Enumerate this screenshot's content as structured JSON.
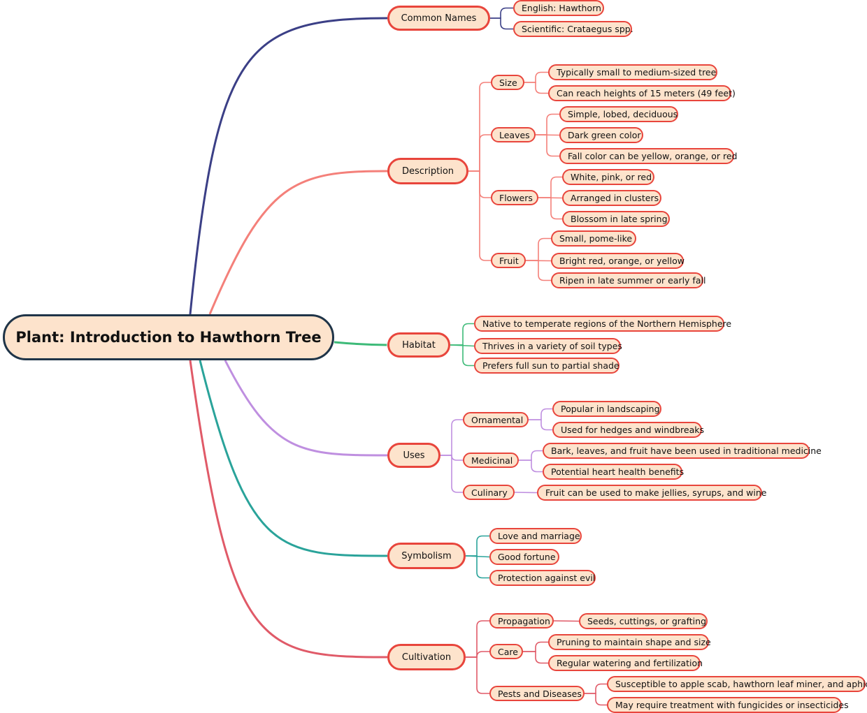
{
  "root": {
    "label": "Plant: Introduction to Hawthorn Tree"
  },
  "branches": [
    {
      "label": "Common Names",
      "color": "#3b3f86",
      "children": [
        {
          "label": "English: Hawthorn"
        },
        {
          "label": "Scientific: Crataegus spp."
        }
      ]
    },
    {
      "label": "Description",
      "color": "#f4807a",
      "children": [
        {
          "label": "Size",
          "children": [
            {
              "label": "Typically small to medium-sized tree"
            },
            {
              "label": "Can reach heights of 15 meters (49 feet)"
            }
          ]
        },
        {
          "label": "Leaves",
          "children": [
            {
              "label": "Simple, lobed, deciduous"
            },
            {
              "label": "Dark green color"
            },
            {
              "label": "Fall color can be yellow, orange, or red"
            }
          ]
        },
        {
          "label": "Flowers",
          "children": [
            {
              "label": "White, pink, or red"
            },
            {
              "label": "Arranged in clusters"
            },
            {
              "label": "Blossom in late spring"
            }
          ]
        },
        {
          "label": "Fruit",
          "children": [
            {
              "label": "Small, pome-like"
            },
            {
              "label": "Bright red, orange, or yellow"
            },
            {
              "label": "Ripen in late summer or early fall"
            }
          ]
        }
      ]
    },
    {
      "label": "Habitat",
      "color": "#3dba78",
      "children": [
        {
          "label": "Native to temperate regions of the Northern Hemisphere"
        },
        {
          "label": "Thrives in a variety of soil types"
        },
        {
          "label": "Prefers full sun to partial shade"
        }
      ]
    },
    {
      "label": "Uses",
      "color": "#bf8fe0",
      "children": [
        {
          "label": "Ornamental",
          "children": [
            {
              "label": "Popular in landscaping"
            },
            {
              "label": "Used for hedges and windbreaks"
            }
          ]
        },
        {
          "label": "Medicinal",
          "children": [
            {
              "label": "Bark, leaves, and fruit have been used in traditional medicine"
            },
            {
              "label": "Potential heart health benefits"
            }
          ]
        },
        {
          "label": "Culinary",
          "children": [
            {
              "label": "Fruit can be used to make jellies, syrups, and wine"
            }
          ]
        }
      ]
    },
    {
      "label": "Symbolism",
      "color": "#2aa39a",
      "children": [
        {
          "label": "Love and marriage"
        },
        {
          "label": "Good fortune"
        },
        {
          "label": "Protection against evil"
        }
      ]
    },
    {
      "label": "Cultivation",
      "color": "#e05a68",
      "children": [
        {
          "label": "Propagation",
          "children": [
            {
              "label": "Seeds, cuttings, or grafting"
            }
          ]
        },
        {
          "label": "Care",
          "children": [
            {
              "label": "Pruning to maintain shape and size"
            },
            {
              "label": "Regular watering and fertilization"
            }
          ]
        },
        {
          "label": "Pests and Diseases",
          "children": [
            {
              "label": "Susceptible to apple scab, hawthorn leaf miner, and aphids"
            },
            {
              "label": "May require treatment with fungicides or insecticides"
            }
          ]
        }
      ]
    }
  ]
}
